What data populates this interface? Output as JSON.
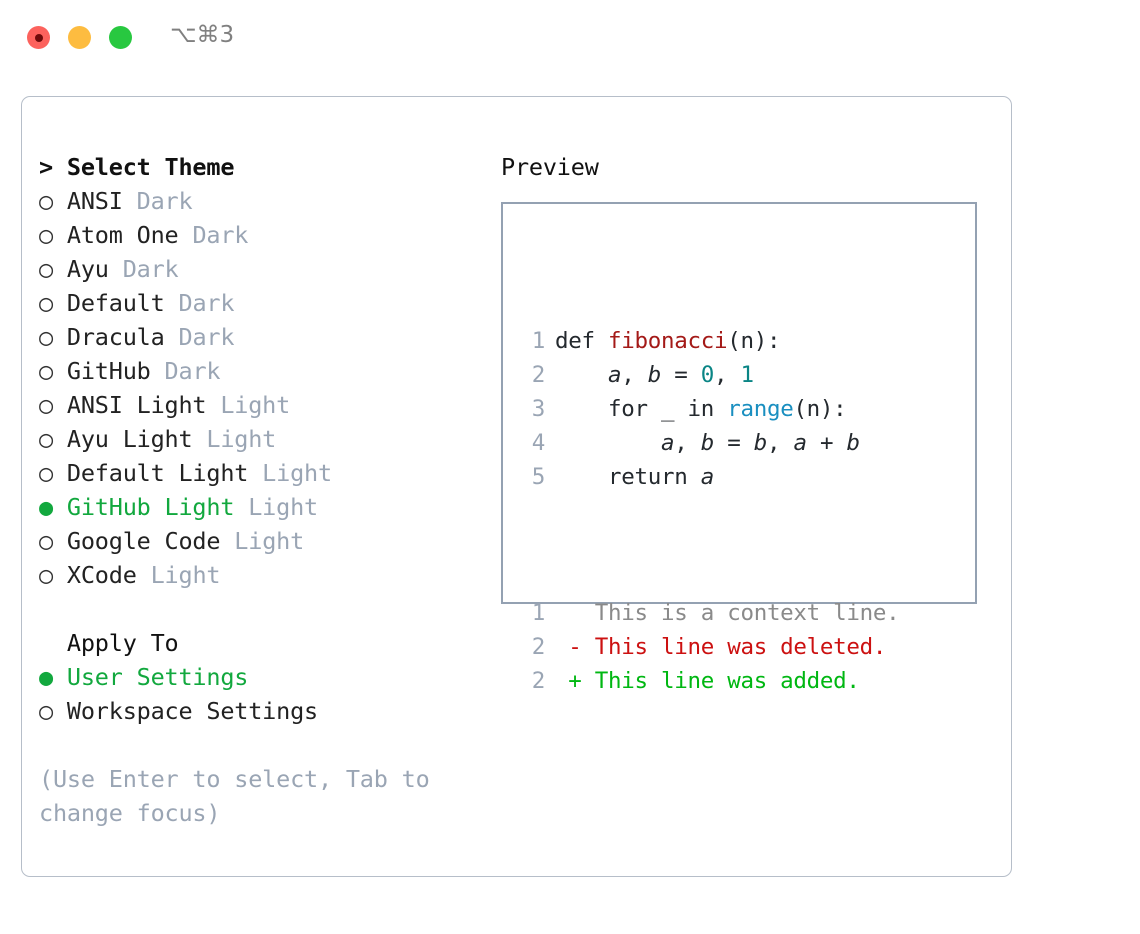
{
  "titlebar": {
    "shortcut": "⌥⌘3",
    "lights": [
      "close-red",
      "minimize-yellow",
      "zoom-green"
    ]
  },
  "theme_list": {
    "title": "> Select Theme",
    "items": [
      {
        "marker": "○",
        "name": "ANSI",
        "kind": "Dark",
        "selected": false
      },
      {
        "marker": "○",
        "name": "Atom One",
        "kind": "Dark",
        "selected": false
      },
      {
        "marker": "○",
        "name": "Ayu",
        "kind": "Dark",
        "selected": false
      },
      {
        "marker": "○",
        "name": "Default",
        "kind": "Dark",
        "selected": false
      },
      {
        "marker": "○",
        "name": "Dracula",
        "kind": "Dark",
        "selected": false
      },
      {
        "marker": "○",
        "name": "GitHub",
        "kind": "Dark",
        "selected": false
      },
      {
        "marker": "○",
        "name": "ANSI Light",
        "kind": "Light",
        "selected": false
      },
      {
        "marker": "○",
        "name": "Ayu Light",
        "kind": "Light",
        "selected": false
      },
      {
        "marker": "○",
        "name": "Default Light",
        "kind": "Light",
        "selected": false
      },
      {
        "marker": "●",
        "name": "GitHub Light",
        "kind": "Light",
        "selected": true
      },
      {
        "marker": "○",
        "name": "Google Code",
        "kind": "Light",
        "selected": false
      },
      {
        "marker": "○",
        "name": "XCode",
        "kind": "Light",
        "selected": false
      }
    ]
  },
  "apply_to": {
    "title": "  Apply To",
    "items": [
      {
        "marker": "●",
        "name": "User Settings",
        "selected": true
      },
      {
        "marker": "○",
        "name": "Workspace Settings",
        "selected": false
      }
    ]
  },
  "hint": "(Use Enter to select, Tab to change focus)",
  "preview": {
    "title": "Preview",
    "code_lines": [
      {
        "num": "1",
        "tokens": [
          {
            "t": "def ",
            "c": "plain"
          },
          {
            "t": "fibonacci",
            "c": "fn"
          },
          {
            "t": "(n):",
            "c": "plain"
          }
        ]
      },
      {
        "num": "2",
        "tokens": [
          {
            "t": "    ",
            "c": "plain"
          },
          {
            "t": "a",
            "c": "var"
          },
          {
            "t": ", ",
            "c": "plain"
          },
          {
            "t": "b",
            "c": "var"
          },
          {
            "t": " = ",
            "c": "plain"
          },
          {
            "t": "0",
            "c": "num"
          },
          {
            "t": ", ",
            "c": "plain"
          },
          {
            "t": "1",
            "c": "num"
          }
        ]
      },
      {
        "num": "3",
        "tokens": [
          {
            "t": "    for _ in ",
            "c": "plain"
          },
          {
            "t": "range",
            "c": "kw"
          },
          {
            "t": "(n):",
            "c": "plain"
          }
        ]
      },
      {
        "num": "4",
        "tokens": [
          {
            "t": "        ",
            "c": "plain"
          },
          {
            "t": "a",
            "c": "var"
          },
          {
            "t": ", ",
            "c": "plain"
          },
          {
            "t": "b",
            "c": "var"
          },
          {
            "t": " = ",
            "c": "plain"
          },
          {
            "t": "b",
            "c": "var"
          },
          {
            "t": ", ",
            "c": "plain"
          },
          {
            "t": "a",
            "c": "var"
          },
          {
            "t": " + ",
            "c": "plain"
          },
          {
            "t": "b",
            "c": "var"
          }
        ]
      },
      {
        "num": "5",
        "tokens": [
          {
            "t": "    return ",
            "c": "plain"
          },
          {
            "t": "a",
            "c": "var"
          }
        ]
      }
    ],
    "diff_lines": [
      {
        "num": "1",
        "sign": "  ",
        "text": "This is a context line.",
        "kind": "ctx"
      },
      {
        "num": "2",
        "sign": "- ",
        "text": "This line was deleted.",
        "kind": "del"
      },
      {
        "num": "2",
        "sign": "+ ",
        "text": "This line was added.",
        "kind": "add"
      }
    ]
  },
  "colors": {
    "accent_green": "#12a83e",
    "muted_gray": "#9aa5b4",
    "diff_delete": "#cc1111",
    "diff_add": "#00b712",
    "syntax_function": "#a41a18",
    "syntax_number": "#0a8585",
    "syntax_keyword": "#1a8fc0",
    "panel_border": "#b6bec9",
    "preview_border": "#94a1b2"
  }
}
